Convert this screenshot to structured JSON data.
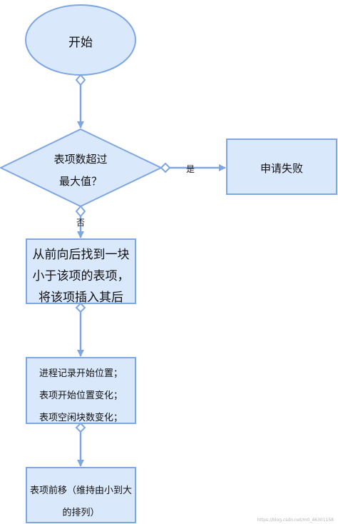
{
  "nodes": {
    "start": "开始",
    "check_max": [
      "表项数超过",
      "最大值？"
    ],
    "apply_fail": "申请失败",
    "find_slot": [
      "从前向后找到一块",
      "小于该项的表项，",
      "将该项插入其后"
    ],
    "record": [
      "进程记录开始位置；",
      "表项开始位置变化；",
      "表项空闲块数变化；"
    ],
    "shift": [
      "表项前移（维持由小到大",
      "的排列）"
    ]
  },
  "edges": {
    "yes": "是",
    "no": "否"
  },
  "watermark": "https://blog.csdn.net/m0_46301158",
  "colors": {
    "fill": "#dae8fc",
    "stroke": "#7ea6e0",
    "text": "#111111"
  }
}
